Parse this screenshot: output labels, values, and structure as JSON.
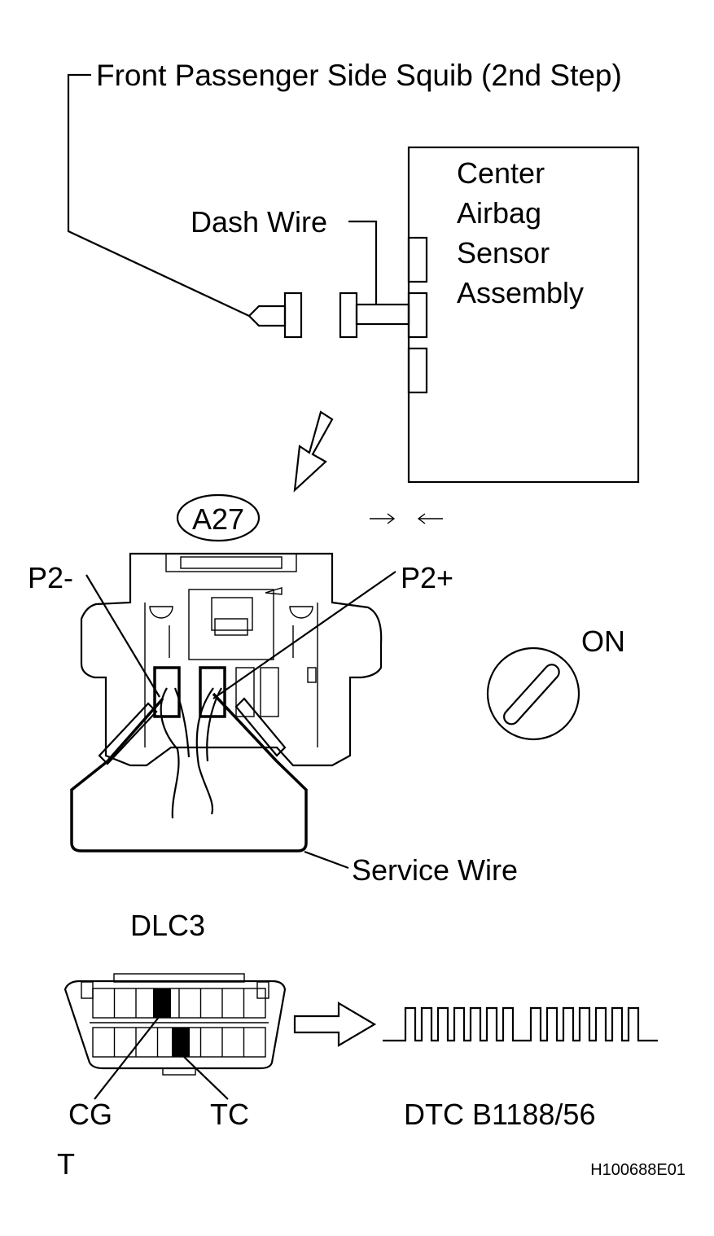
{
  "labels": {
    "squib": "Front Passenger Side Squib (2nd Step)",
    "sensor_line1": "Center",
    "sensor_line2": "Airbag",
    "sensor_line3": "Sensor",
    "sensor_line4": "Assembly",
    "dash_wire": "Dash Wire",
    "connector_code": "A27",
    "pin_minus": "P2-",
    "pin_plus": "P2+",
    "ignition": "ON",
    "service_wire": "Service Wire",
    "dlc": "DLC3",
    "cg": "CG",
    "tc": "TC",
    "dtc": "DTC B1188/56",
    "corner": "T",
    "figure_id": "H100688E01"
  },
  "icons": {
    "arrow_down": "diagonal-hollow-arrow-icon",
    "arrow_right": "hollow-right-arrow-icon",
    "ignition_key": "ignition-key-icon",
    "facing_arrows": "facing-arrows-icon"
  },
  "waveform": {
    "pulses_group1": 7,
    "pulses_group2": 7
  }
}
